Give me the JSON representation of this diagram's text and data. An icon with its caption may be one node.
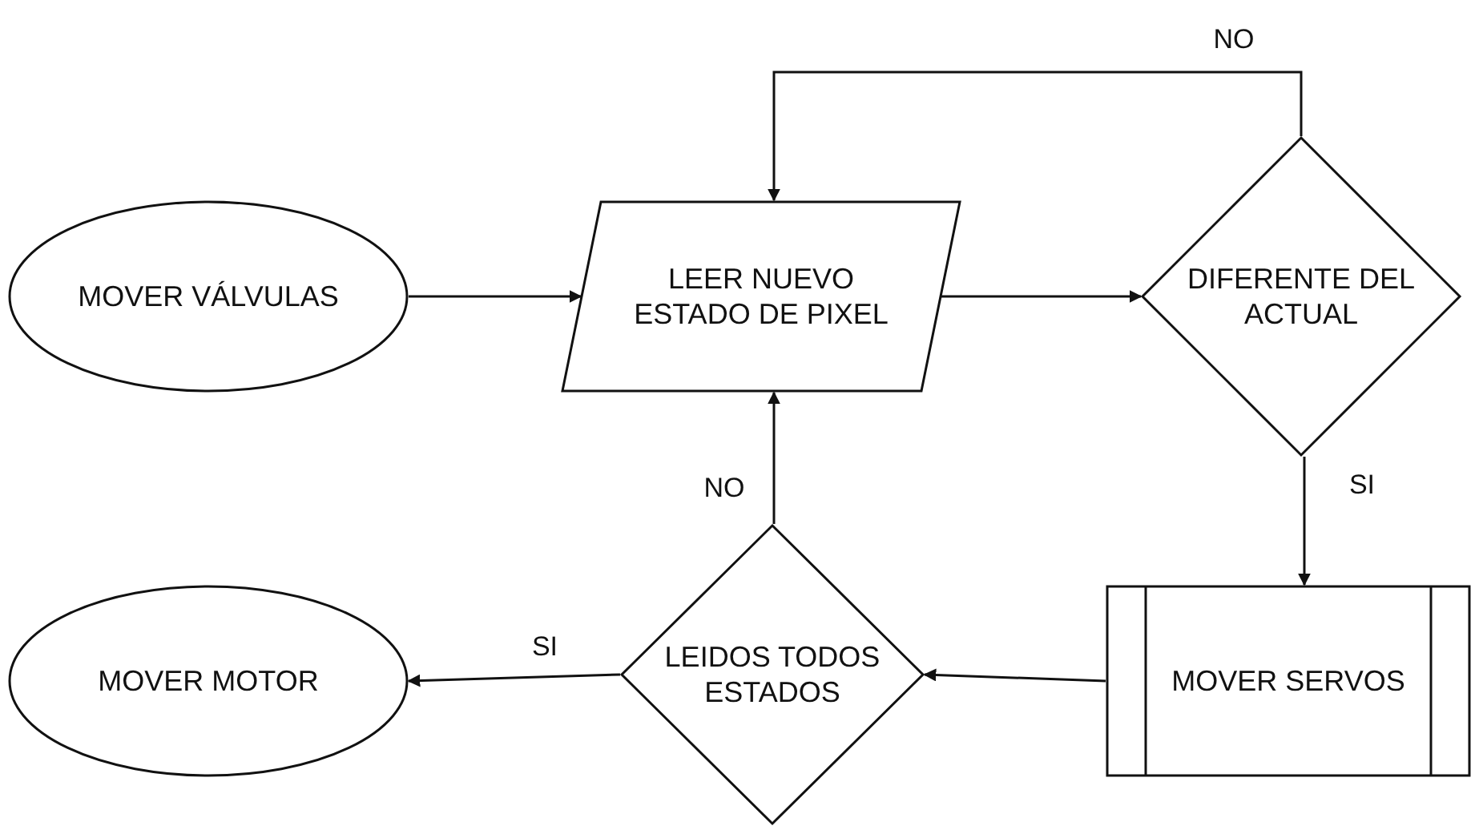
{
  "diagram": {
    "nodes": [
      {
        "text": [
          "MOVER VÁLVULAS"
        ]
      },
      {
        "text": [
          "LEER NUEVO ESTADO DE PIXEL"
        ]
      },
      {
        "text": [
          "DIFERENTE DEL ACTUAL"
        ]
      },
      {
        "text": [
          "MOVER SERVOS"
        ]
      },
      {
        "text": [
          "LEIDOS TODOS ESTADOS"
        ]
      },
      {
        "text": [
          "MOVER MOTOR"
        ]
      }
    ],
    "edges": [
      {
        "from": 0,
        "to": 1,
        "arrow": "to"
      },
      {
        "from": 1,
        "to": 2,
        "arrow": "to"
      },
      {
        "from": 2,
        "to": 1,
        "arrow": "to",
        "label": "NO"
      },
      {
        "from": 2,
        "to": 3,
        "arrow": "to",
        "label": "SI"
      },
      {
        "from": 3,
        "to": 4,
        "arrow": "to"
      },
      {
        "from": 4,
        "to": 1,
        "arrow": "to",
        "label": "NO"
      },
      {
        "from": 4,
        "to": 5,
        "arrow": "to",
        "label": "SI"
      }
    ]
  }
}
